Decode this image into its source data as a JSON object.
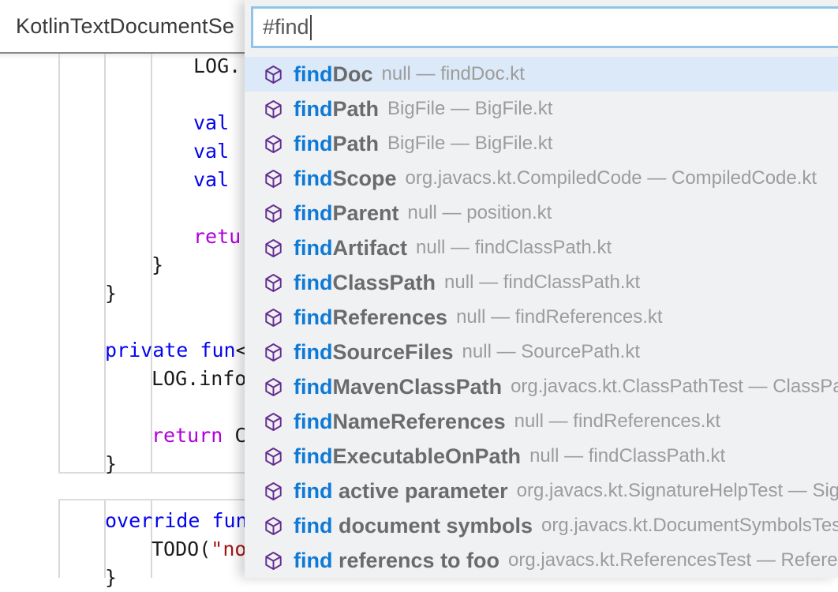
{
  "tab": {
    "title": "KotlinTextDocumentSe"
  },
  "search": {
    "value": "#find"
  },
  "colors": {
    "match_blue": "#0e7ad6",
    "name_gray": "#6b6b6b",
    "detail_gray": "#9c9c9c",
    "icon_purple": "#652d90",
    "selected_row_bg": "#dbe9f8",
    "input_border": "#8fc3ea",
    "popup_bg": "#f0f1f3",
    "keyword_blue": "#0404ef",
    "control_keyword": "#af00db",
    "string_red": "#a31515"
  },
  "editor": {
    "lines": [
      {
        "row": 0,
        "indent": 3,
        "segments": [
          {
            "t": "LOG.",
            "c": "plain"
          }
        ]
      },
      {
        "row": 2,
        "indent": 3,
        "segments": [
          {
            "t": "val",
            "c": "kw"
          }
        ]
      },
      {
        "row": 3,
        "indent": 3,
        "segments": [
          {
            "t": "val",
            "c": "kw"
          },
          {
            "t": " (",
            "c": "plain"
          }
        ]
      },
      {
        "row": 4,
        "indent": 3,
        "segments": [
          {
            "t": "val",
            "c": "kw"
          }
        ]
      },
      {
        "row": 6,
        "indent": 3,
        "segments": [
          {
            "t": "retu",
            "c": "ctrl"
          }
        ]
      },
      {
        "row": 7,
        "indent": 2,
        "segments": [
          {
            "t": "}",
            "c": "plain"
          }
        ]
      },
      {
        "row": 8,
        "indent": 1,
        "segments": [
          {
            "t": "}",
            "c": "plain"
          }
        ]
      },
      {
        "row": 10,
        "indent": 1,
        "segments": [
          {
            "t": "private fun",
            "c": "kw"
          },
          {
            "t": "<",
            "c": "plain"
          }
        ]
      },
      {
        "row": 11,
        "indent": 2,
        "segments": [
          {
            "t": "LOG.info",
            "c": "plain"
          }
        ]
      },
      {
        "row": 13,
        "indent": 2,
        "segments": [
          {
            "t": "return",
            "c": "ctrl"
          },
          {
            "t": " C",
            "c": "plain"
          }
        ]
      },
      {
        "row": 14,
        "indent": 1,
        "segments": [
          {
            "t": "}",
            "c": "plain"
          }
        ]
      },
      {
        "row": 16,
        "indent": 1,
        "segments": [
          {
            "t": "override fun",
            "c": "kw"
          }
        ]
      },
      {
        "row": 17,
        "indent": 2,
        "segments": [
          {
            "t": "TODO(",
            "c": "plain"
          },
          {
            "t": "\"no",
            "c": "str"
          }
        ]
      },
      {
        "row": 18,
        "indent": 1,
        "segments": [
          {
            "t": "}",
            "c": "plain"
          }
        ]
      }
    ]
  },
  "list": {
    "items": [
      {
        "selected": true,
        "match": "find",
        "rest": "Doc",
        "detail": "null — findDoc.kt"
      },
      {
        "selected": false,
        "match": "find",
        "rest": "Path",
        "detail": "BigFile — BigFile.kt"
      },
      {
        "selected": false,
        "match": "find",
        "rest": "Path",
        "detail": "BigFile — BigFile.kt"
      },
      {
        "selected": false,
        "match": "find",
        "rest": "Scope",
        "detail": "org.javacs.kt.CompiledCode — CompiledCode.kt"
      },
      {
        "selected": false,
        "match": "find",
        "rest": "Parent",
        "detail": "null — position.kt"
      },
      {
        "selected": false,
        "match": "find",
        "rest": "Artifact",
        "detail": "null — findClassPath.kt"
      },
      {
        "selected": false,
        "match": "find",
        "rest": "ClassPath",
        "detail": "null — findClassPath.kt"
      },
      {
        "selected": false,
        "match": "find",
        "rest": "References",
        "detail": "null — findReferences.kt"
      },
      {
        "selected": false,
        "match": "find",
        "rest": "SourceFiles",
        "detail": "null — SourcePath.kt"
      },
      {
        "selected": false,
        "match": "find",
        "rest": "MavenClassPath",
        "detail": "org.javacs.kt.ClassPathTest — ClassPat"
      },
      {
        "selected": false,
        "match": "find",
        "rest": "NameReferences",
        "detail": "null — findReferences.kt"
      },
      {
        "selected": false,
        "match": "find",
        "rest": "ExecutableOnPath",
        "detail": "null — findClassPath.kt"
      },
      {
        "selected": false,
        "match": "find",
        "rest": " active parameter",
        "detail": "org.javacs.kt.SignatureHelpTest — Sig"
      },
      {
        "selected": false,
        "match": "find",
        "rest": " document symbols",
        "detail": "org.javacs.kt.DocumentSymbolsTest"
      },
      {
        "selected": false,
        "match": "find",
        "rest": " referencs to foo",
        "detail": "org.javacs.kt.ReferencesTest — Refere"
      }
    ]
  }
}
